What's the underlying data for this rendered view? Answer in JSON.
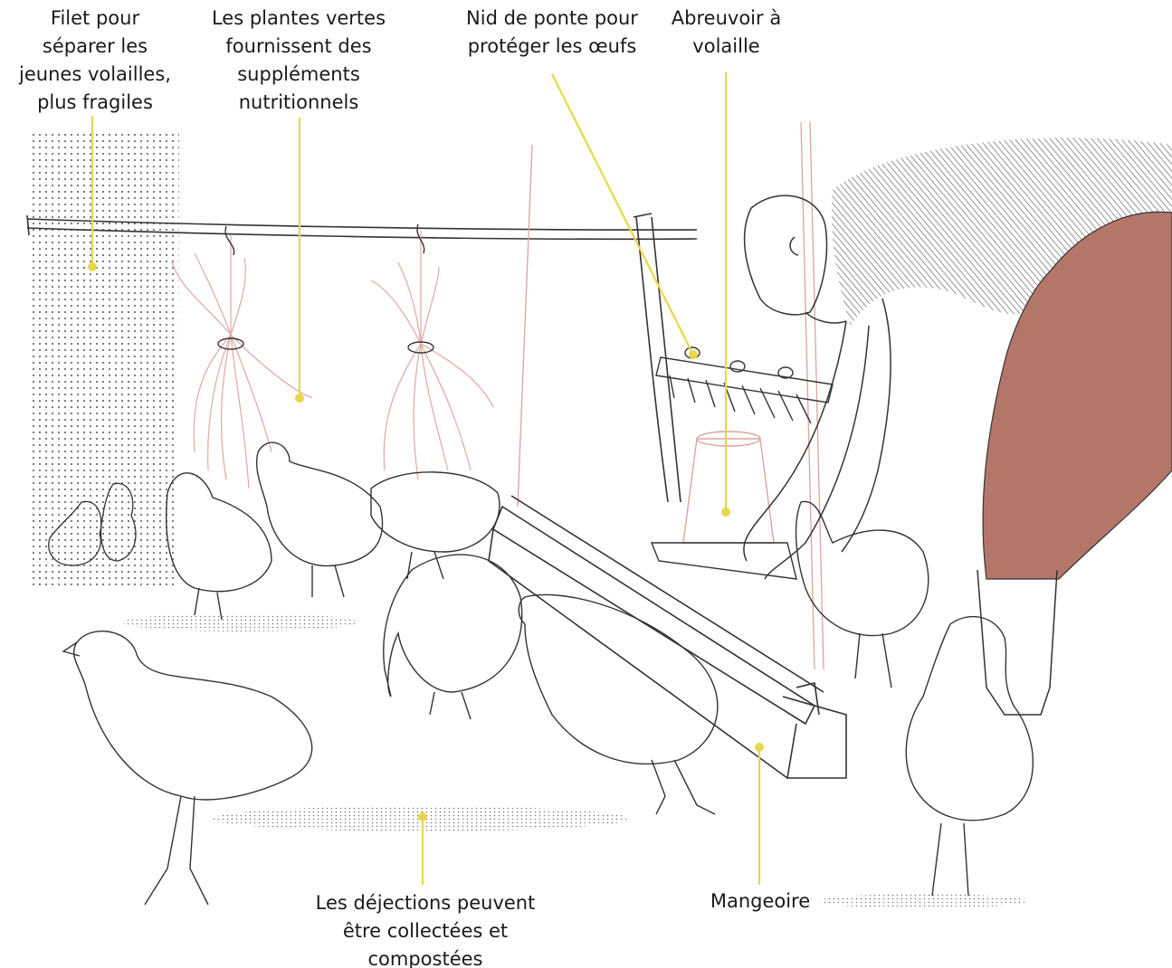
{
  "colors": {
    "leader_line": "#e6d84a",
    "leader_dot": "#e6d84a",
    "trousers": "#b5766a",
    "greens_stroke": "#e0a8a0",
    "ink": "#2a2a2a",
    "stipple": "#555555"
  },
  "callouts": {
    "net": "Filet pour\nséparer les\njeunes volailles,\nplus fragiles",
    "greens": "Les plantes vertes\nfournissent des\nsuppléments\nnutritionnels",
    "nest": "Nid de ponte pour\nprotéger les œufs",
    "waterer": "Abreuvoir à\nvolaille",
    "droppings": "Les déjections peuvent\nêtre collectées et\ncompostées",
    "feeder": "Mangeoire"
  }
}
